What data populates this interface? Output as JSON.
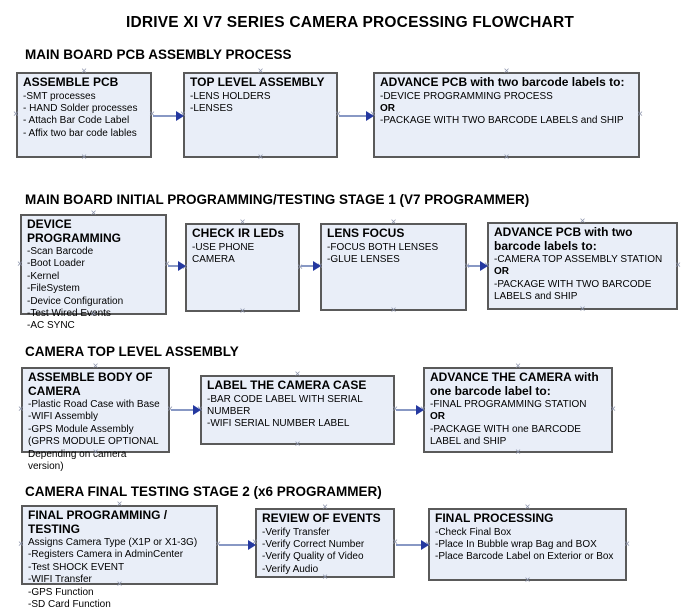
{
  "title": "IDRIVE XI V7 SERIES CAMERA PROCESSING FLOWCHART",
  "colors": {
    "box_fill": "#e9eef8",
    "box_border": "#5a5a5a",
    "arrow_line": "#8898c4",
    "arrow_head": "#2438a0",
    "handle": "#8a92aa",
    "text": "#000000"
  },
  "sections": [
    {
      "heading": "MAIN BOARD PCB ASSEMBLY PROCESS",
      "boxes": [
        {
          "title": "ASSEMBLE PCB",
          "lines": [
            "-SMT processes",
            "- HAND Solder processes",
            "- Attach Bar Code Label",
            "- Affix two bar code lables"
          ]
        },
        {
          "title": "TOP LEVEL ASSEMBLY",
          "lines": [
            "-LENS HOLDERS",
            "-LENSES"
          ]
        },
        {
          "title": "ADVANCE PCB with two barcode labels to:",
          "pre_or": [
            "-DEVICE PROGRAMMING PROCESS"
          ],
          "or_label": "OR",
          "post_or": [
            "-PACKAGE WITH TWO BARCODE LABELS and SHIP"
          ]
        }
      ]
    },
    {
      "heading": "MAIN BOARD INITIAL PROGRAMMING/TESTING STAGE 1 (V7 PROGRAMMER)",
      "boxes": [
        {
          "title": "DEVICE PROGRAMMING",
          "lines": [
            "-Scan Barcode",
            "-Boot Loader",
            "-Kernel",
            "-FileSystem",
            "-Device Configuration",
            "-Test Wired Events",
            "-AC SYNC"
          ]
        },
        {
          "title": "CHECK IR LEDs",
          "lines": [
            "-USE PHONE CAMERA"
          ]
        },
        {
          "title": "LENS FOCUS",
          "lines": [
            "-FOCUS BOTH LENSES",
            "-GLUE LENSES"
          ]
        },
        {
          "title": "ADVANCE PCB with two barcode labels to:",
          "pre_or": [
            "-CAMERA TOP ASSEMBLY STATION"
          ],
          "or_label": "OR",
          "post_or": [
            "-PACKAGE WITH TWO BARCODE LABELS and SHIP"
          ]
        }
      ]
    },
    {
      "heading": "CAMERA TOP LEVEL ASSEMBLY",
      "boxes": [
        {
          "title": "ASSEMBLE BODY OF CAMERA",
          "lines": [
            "-Plastic Road Case with Base",
            "-WIFI Assembly",
            "-GPS Module Assembly",
            "(GPRS MODULE OPTIONAL",
            "Depending on camera version)"
          ]
        },
        {
          "title": "LABEL THE CAMERA CASE",
          "lines": [
            "-BAR CODE LABEL WITH SERIAL NUMBER",
            "-WIFI SERIAL NUMBER LABEL"
          ]
        },
        {
          "title": "ADVANCE THE CAMERA with one barcode label to:",
          "pre_or": [
            "-FINAL PROGRAMMING STATION"
          ],
          "or_label": "OR",
          "post_or": [
            "-PACKAGE WITH one BARCODE LABEL and SHIP"
          ]
        }
      ]
    },
    {
      "heading": "CAMERA FINAL TESTING STAGE 2 (x6 PROGRAMMER)",
      "boxes": [
        {
          "title": "FINAL PROGRAMMING / TESTING",
          "lines": [
            "Assigns Camera Type (X1P or X1-3G)",
            "-Registers Camera in AdminCenter",
            "-Test SHOCK EVENT",
            "-WIFI Transfer",
            "-GPS Function",
            "-SD Card Function"
          ]
        },
        {
          "title": "REVIEW OF EVENTS",
          "lines": [
            "-Verify Transfer",
            "-Verify Correct Number",
            "-Verify Quality of Video",
            "-Verify Audio"
          ]
        },
        {
          "title": "FINAL PROCESSING",
          "lines": [
            "-Check Final Box",
            "-Place In Bubble wrap Bag and BOX",
            "-Place Barcode Label on Exterior or Box"
          ]
        }
      ]
    }
  ]
}
